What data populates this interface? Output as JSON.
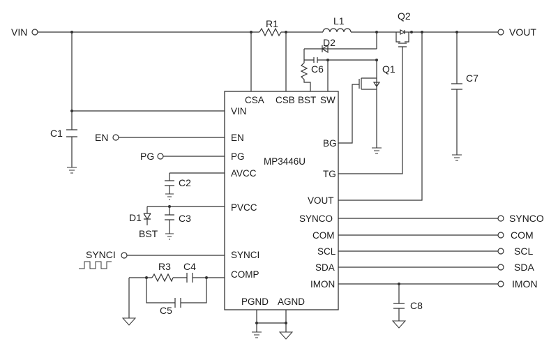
{
  "ic": {
    "name": "MP3446U",
    "pins": {
      "vin": "VIN",
      "en": "EN",
      "pg": "PG",
      "avcc": "AVCC",
      "pvcc": "PVCC",
      "synci": "SYNCI",
      "comp": "COMP",
      "pgnd": "PGND",
      "agnd": "AGND",
      "csa": "CSA",
      "csb": "CSB",
      "bst": "BST",
      "sw": "SW",
      "bg": "BG",
      "tg": "TG",
      "vout": "VOUT",
      "synco": "SYNCO",
      "com": "COM",
      "scl": "SCL",
      "sda": "SDA",
      "imon": "IMON"
    }
  },
  "terminals": {
    "vin": "VIN",
    "vout": "VOUT",
    "en": "EN",
    "pg": "PG",
    "synci": "SYNCI",
    "synco": "SYNCO",
    "com": "COM",
    "scl": "SCL",
    "sda": "SDA",
    "imon": "IMON"
  },
  "components": {
    "r1": "R1",
    "l1": "L1",
    "q1": "Q1",
    "q2": "Q2",
    "d1": "D1",
    "d2": "D2",
    "c1": "C1",
    "c2": "C2",
    "c3": "C3",
    "c4": "C4",
    "c5": "C5",
    "c6": "C6",
    "c7": "C7",
    "c8": "C8",
    "r3": "R3"
  },
  "net_labels": {
    "bst": "BST"
  }
}
